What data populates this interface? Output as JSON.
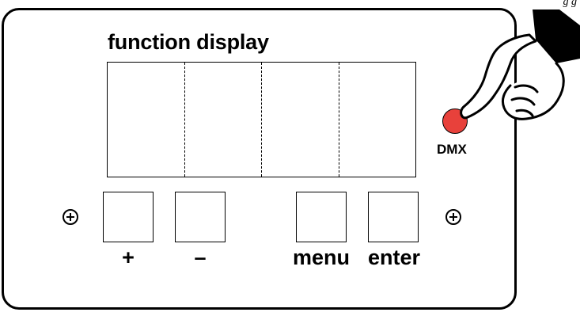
{
  "diagram": {
    "title": "function display",
    "buttons": [
      {
        "label": "+"
      },
      {
        "label": "–"
      },
      {
        "label": "menu"
      },
      {
        "label": "enter"
      }
    ],
    "led": {
      "label": "DMX",
      "color": "#e8413b"
    },
    "icons": [
      "screw-left-icon",
      "screw-right-icon",
      "pointing-hand-icon"
    ]
  }
}
